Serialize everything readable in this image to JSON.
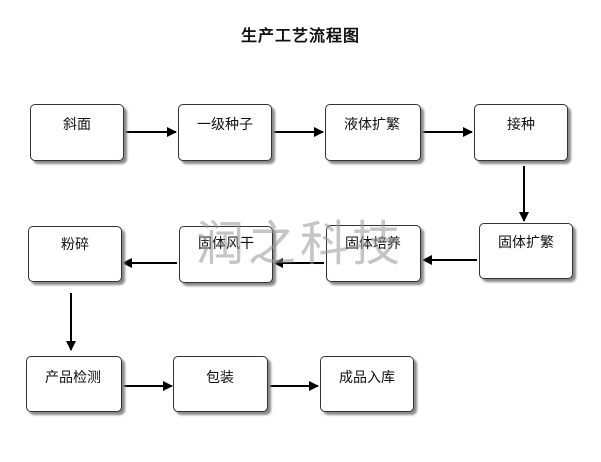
{
  "title": "生产工艺流程图",
  "watermark": "润之科技",
  "steps": [
    {
      "id": "s1",
      "label": "斜面"
    },
    {
      "id": "s2",
      "label": "一级种子"
    },
    {
      "id": "s3",
      "label": "液体扩繁"
    },
    {
      "id": "s4",
      "label": "接种"
    },
    {
      "id": "s5",
      "label": "固体扩繁"
    },
    {
      "id": "s6",
      "label": "固体培养"
    },
    {
      "id": "s7",
      "label": "固体风干"
    },
    {
      "id": "s8",
      "label": "粉碎"
    },
    {
      "id": "s9",
      "label": "产品检测"
    },
    {
      "id": "s10",
      "label": "包装"
    },
    {
      "id": "s11",
      "label": "成品入库"
    }
  ],
  "flow": [
    [
      "s1",
      "s2"
    ],
    [
      "s2",
      "s3"
    ],
    [
      "s3",
      "s4"
    ],
    [
      "s4",
      "s5"
    ],
    [
      "s5",
      "s6"
    ],
    [
      "s6",
      "s7"
    ],
    [
      "s7",
      "s8"
    ],
    [
      "s8",
      "s9"
    ],
    [
      "s9",
      "s10"
    ],
    [
      "s10",
      "s11"
    ]
  ]
}
